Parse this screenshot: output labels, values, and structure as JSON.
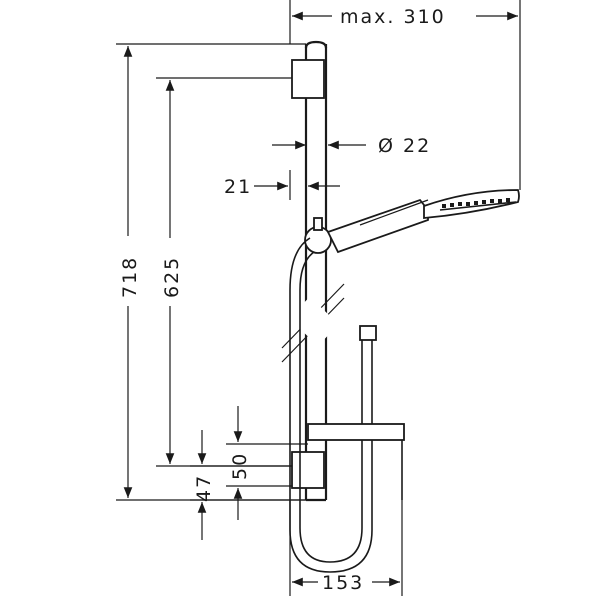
{
  "dimensions": {
    "max_reach": "max. 310",
    "diameter": "Ø 22",
    "wall_distance": "21",
    "total_height": "718",
    "rail_length": "625",
    "dim_50": "50",
    "dim_47": "47",
    "dim_153": "153"
  }
}
